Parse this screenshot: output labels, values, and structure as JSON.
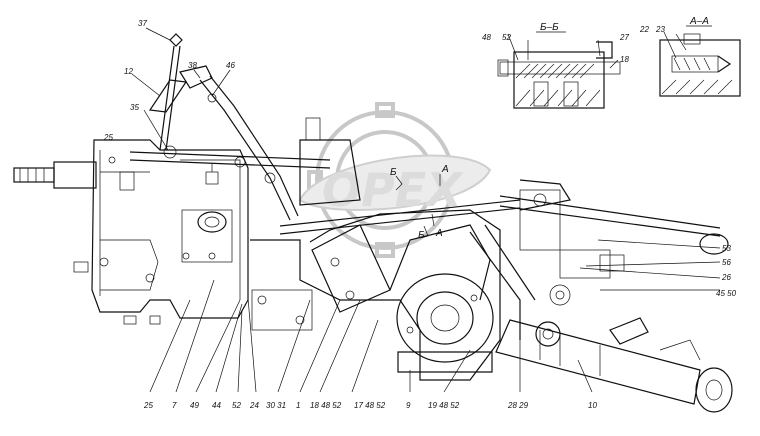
{
  "section_titles": {
    "bb": "Б–Б",
    "aa": "А–А"
  },
  "view_marks": {
    "b1": "Б",
    "b2": "Б",
    "a1": "А",
    "a2": "А"
  },
  "watermark": "OPEX",
  "callouts": {
    "c37": "37",
    "c12": "12",
    "c38": "38",
    "c46": "46",
    "c35": "35",
    "c25t": "25",
    "c48": "48",
    "c52": "52",
    "c27": "27",
    "c18": "18",
    "c22": "22",
    "c23": "23",
    "c53": "53",
    "c56": "56",
    "c26": "26",
    "c4550": "45 50",
    "c25": "25",
    "c7": "7",
    "c49": "49",
    "c44": "44",
    "c52b": "52",
    "c24": "24",
    "c3031": "30 31",
    "c1": "1",
    "c184852": "18 48 52",
    "c174852": "17 48 52",
    "c9": "9",
    "c194852": "19 48 52",
    "c2829": "28 29",
    "c10": "10"
  }
}
